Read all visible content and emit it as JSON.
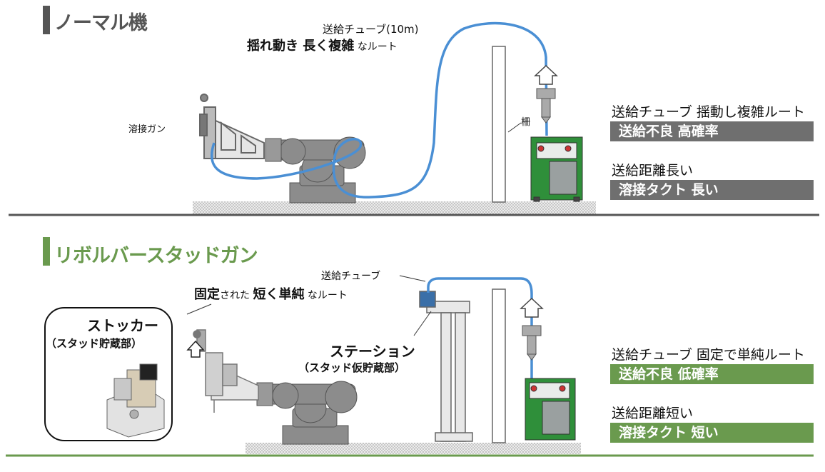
{
  "normal": {
    "title": "ノーマル機",
    "tube_label": "送給チューブ(10m)",
    "route_bold": "揺れ動き 長く複雑",
    "route_suffix": "なルート",
    "gun_label": "溶接ガン",
    "fence_label": "柵",
    "info_title_1": "送給チューブ  揺動し複雑ルート",
    "info_box_1": "送給不良  高確率",
    "info_title_2": "送給距離長い",
    "info_box_2": "溶接タクト  長い"
  },
  "revolver": {
    "title": "リボルバースタッドガン",
    "tube_label": "送給チューブ",
    "route_bold_1": "固定",
    "route_mid": "された",
    "route_bold_2": "短く単純",
    "route_suffix": "なルート",
    "stocker_title": "ストッカー",
    "stocker_sub": "（スタッド貯蔵部）",
    "station_title": "ステーション",
    "station_sub": "（スタッド仮貯蔵部）",
    "info_title_1": "送給チューブ  固定で単純ルート",
    "info_box_1": "送給不良  低確率",
    "info_title_2": "送給距離短い",
    "info_box_2": "溶接タクト  短い"
  },
  "colors": {
    "normal_accent": "#555555",
    "revolver_accent": "#6a9a4e",
    "normal_box": "#6f6f6f",
    "revolver_box": "#6a9a4e",
    "tube": "#4a8fd4",
    "feeder_green": "#2f8f3a"
  }
}
